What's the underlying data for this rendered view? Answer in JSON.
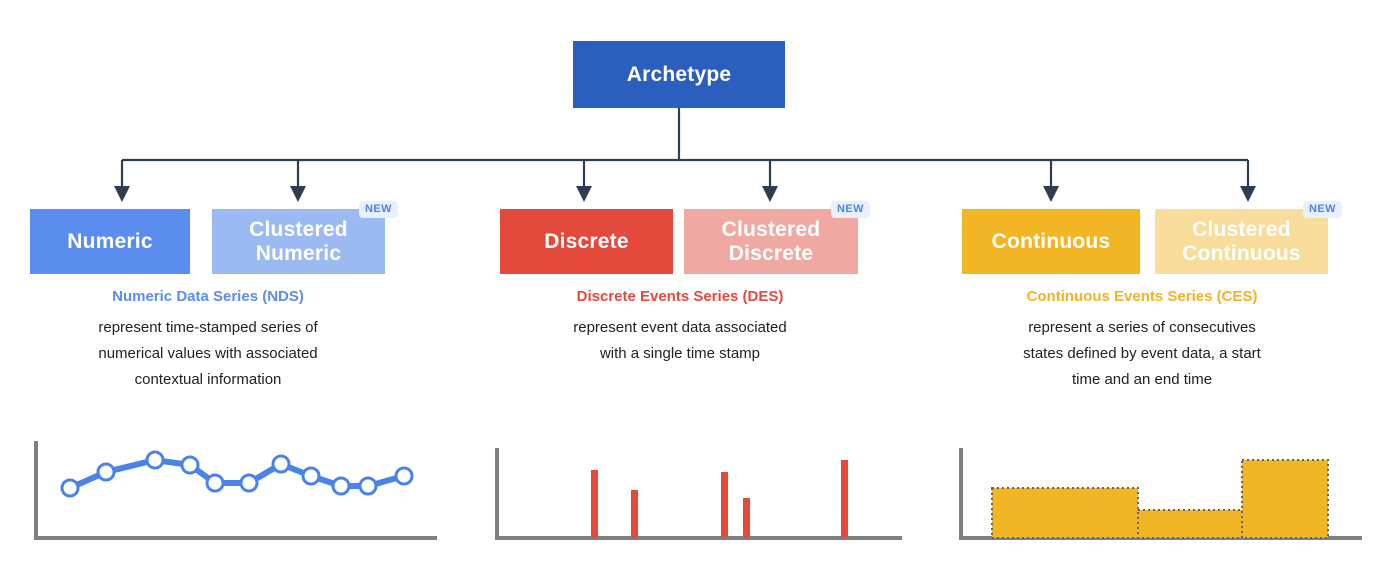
{
  "diagram": {
    "root": {
      "label": "Archetype",
      "color": "#2B5FBF"
    },
    "groups": [
      {
        "key": "numeric",
        "accent": "#4A83E8",
        "nodes": [
          {
            "label": "Numeric",
            "color": "#5B8DEF",
            "new": false
          },
          {
            "label": "Clustered Numeric",
            "color": "#9BB9F2",
            "new": true,
            "badge": "NEW"
          }
        ],
        "description": {
          "title": "Numeric Data Series (NDS)",
          "title_color": "#5B8DEF",
          "lines": [
            "represent time-stamped series of",
            "numerical values with associated",
            "contextual information"
          ]
        }
      },
      {
        "key": "discrete",
        "accent": "#E8483C",
        "nodes": [
          {
            "label": "Discrete",
            "color": "#E34A3C",
            "new": false
          },
          {
            "label": "Clustered Discrete",
            "color": "#F0A9A2",
            "new": true,
            "badge": "NEW"
          }
        ],
        "description": {
          "title": "Discrete Events Series (DES)",
          "title_color": "#E8483C",
          "lines": [
            "represent event data associated",
            "with a single time stamp"
          ]
        }
      },
      {
        "key": "continuous",
        "accent": "#F4B223",
        "nodes": [
          {
            "label": "Continuous",
            "color": "#F2B524",
            "new": false
          },
          {
            "label": "Clustered Continuous",
            "color": "#F8DC9B",
            "new": true,
            "badge": "NEW"
          }
        ],
        "description": {
          "title": "Continuous Events Series (CES)",
          "title_color": "#F4B223",
          "lines": [
            "represent a series of consecutives",
            "states defined by event data, a start",
            "time and an end time"
          ]
        }
      }
    ],
    "connector_color": "#2C3E50"
  },
  "chart_data": [
    {
      "type": "line",
      "title": "Numeric Data Series sample",
      "series_color": "#4A83E8",
      "marker_fill": "#FFFFFF",
      "x": [
        0,
        1,
        2,
        3,
        4,
        5,
        6,
        7,
        8,
        9,
        10
      ],
      "values": [
        22,
        34,
        45,
        40,
        26,
        26,
        44,
        32,
        25,
        25,
        30
      ],
      "ylim": [
        0,
        60
      ],
      "xlabel": "",
      "ylabel": "",
      "grid": false,
      "legend": "none"
    },
    {
      "type": "bar",
      "title": "Discrete Events Series sample",
      "series_color": "#E8483C",
      "x": [
        594,
        634,
        724,
        746,
        844
      ],
      "values": [
        68,
        48,
        66,
        40,
        78
      ],
      "ylim": [
        0,
        90
      ],
      "xlabel": "",
      "ylabel": "",
      "grid": false,
      "legend": "none"
    },
    {
      "type": "area",
      "title": "Continuous Events Series sample",
      "series_color": "#F2B524",
      "border_style": "dotted",
      "border_color": "#5A6472",
      "segments": [
        {
          "start": 992,
          "end": 1138,
          "value": 50
        },
        {
          "start": 1138,
          "end": 1242,
          "value": 28
        },
        {
          "start": 1242,
          "end": 1328,
          "value": 78
        }
      ],
      "ylim": [
        0,
        90
      ],
      "xlabel": "",
      "ylabel": "",
      "grid": false,
      "legend": "none"
    }
  ]
}
